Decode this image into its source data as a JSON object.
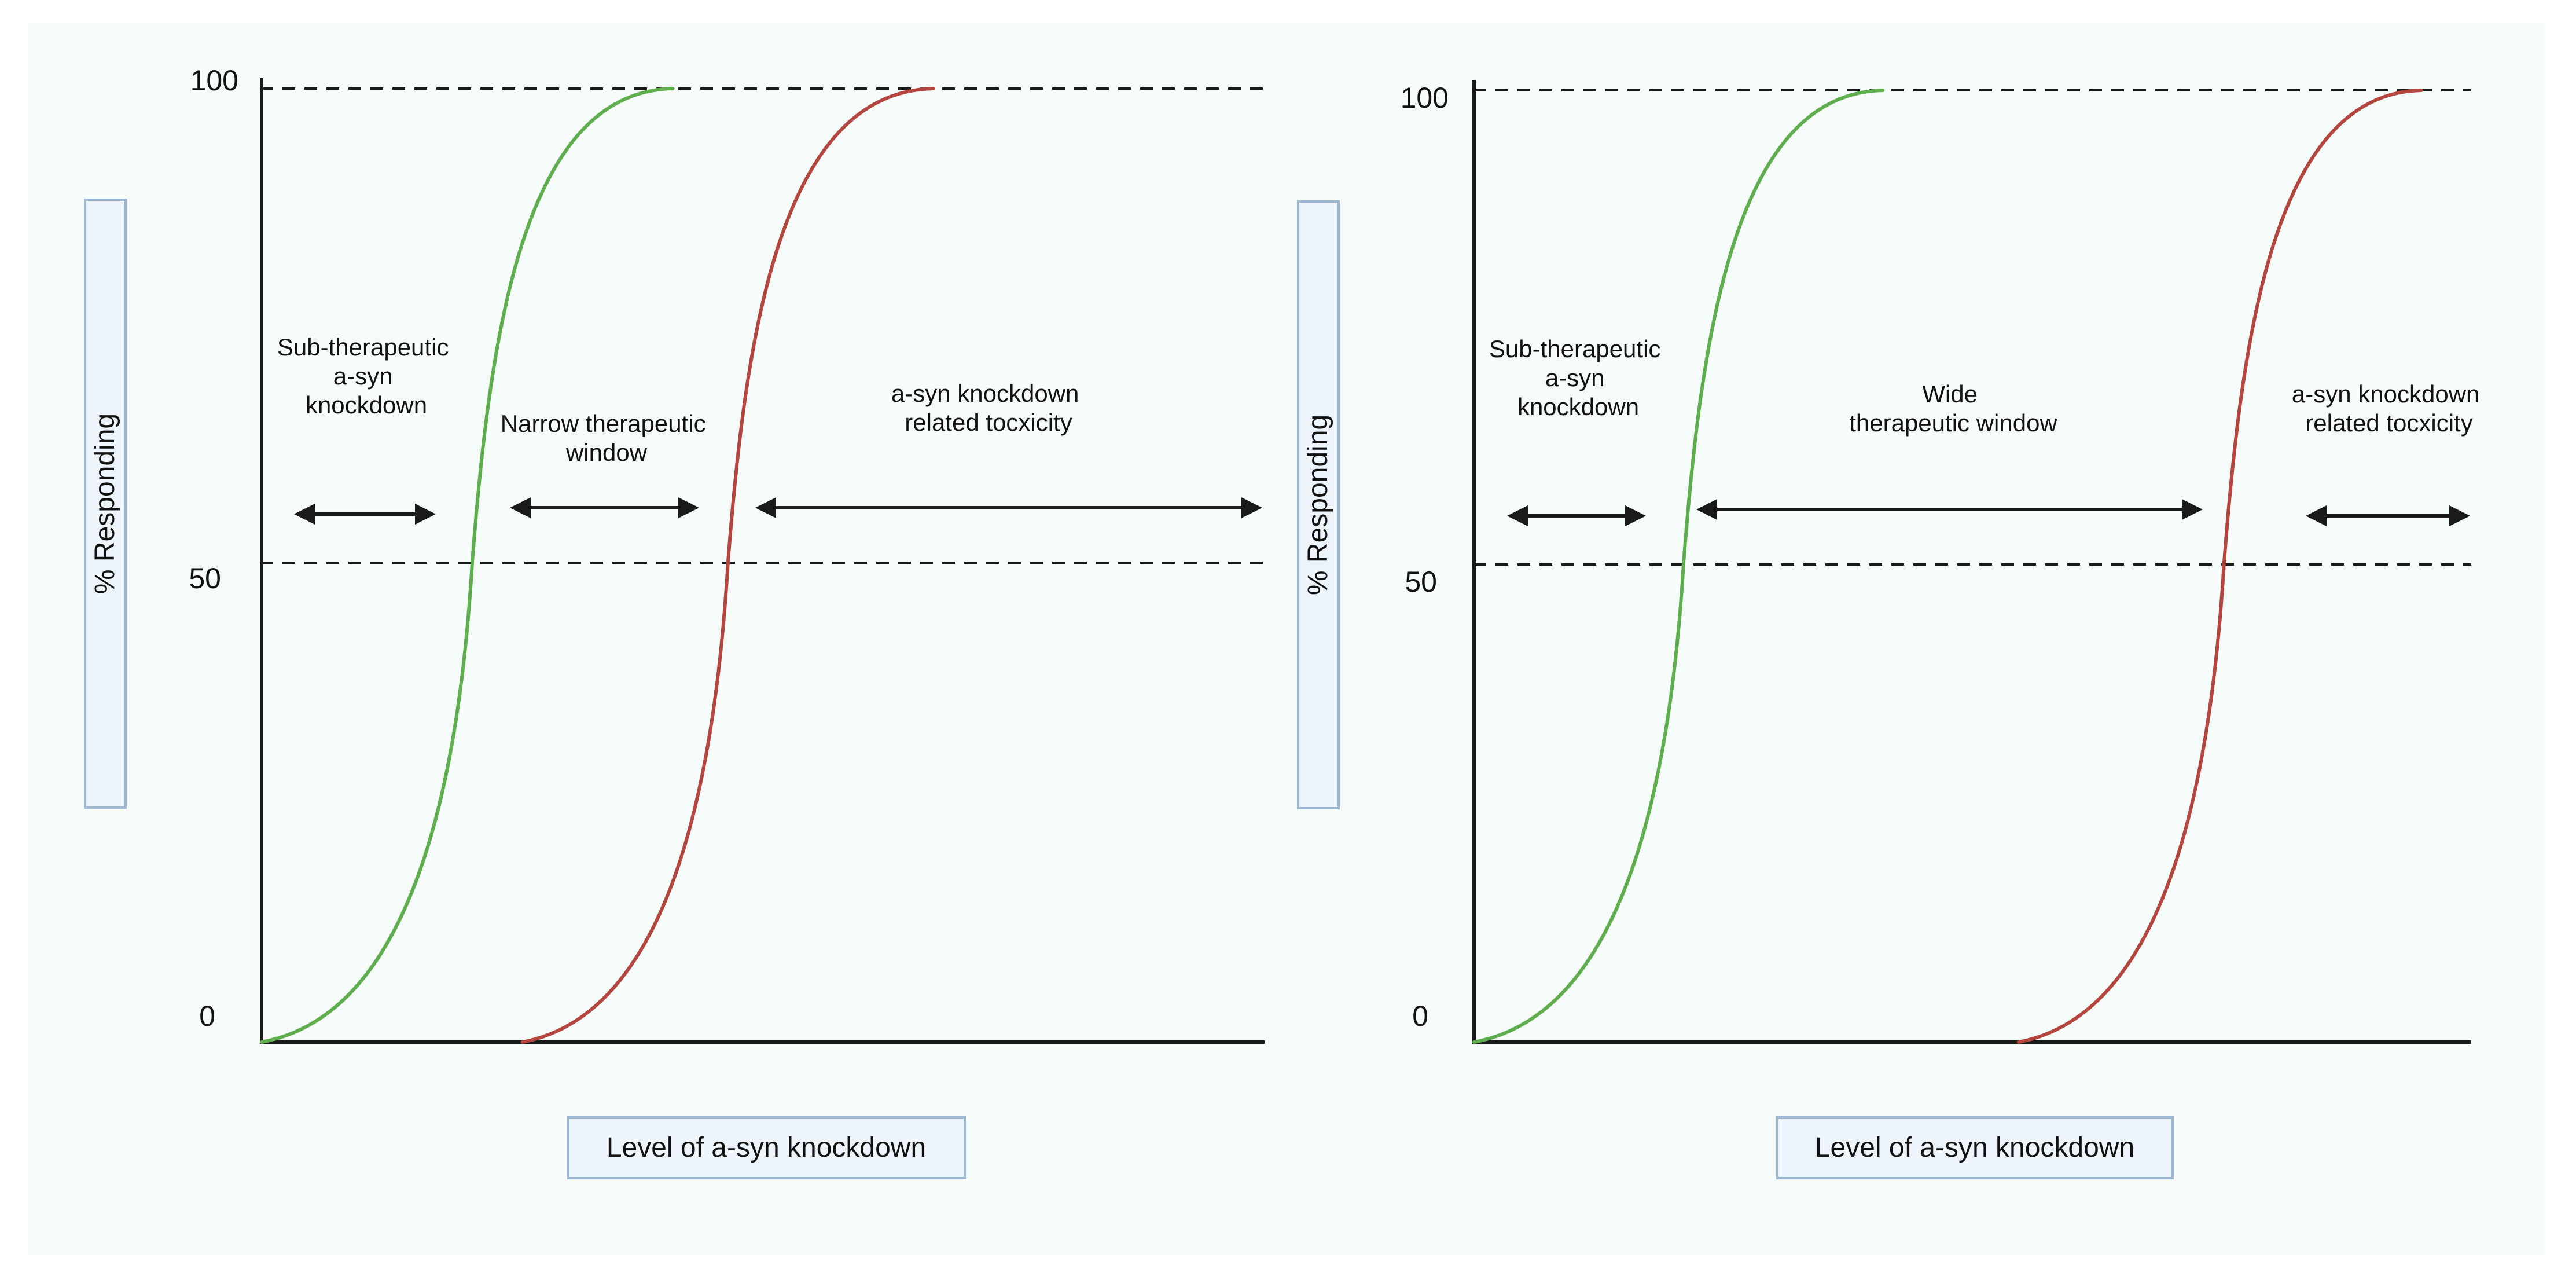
{
  "colors": {
    "background": "#f5fcfa",
    "sub_therapeutic_curve": "#5fae4e",
    "toxicity_curve": "#b5463f",
    "axis": "#1a1a1a",
    "label_box_fill": "#eef4fb",
    "label_box_stroke": "#9cb6d3"
  },
  "panels": [
    {
      "id": "narrow",
      "y_ticks": [
        {
          "value": 100,
          "label": "100"
        },
        {
          "value": 50,
          "label": "50"
        },
        {
          "value": 0,
          "label": "0"
        }
      ],
      "y_label": "% Responding",
      "x_label": "Level of a-syn knockdown",
      "regions": [
        {
          "name": "sub-therapeutic",
          "lines": [
            "Sub-therapeutic",
            "a-syn",
            "knockdown"
          ]
        },
        {
          "name": "therapeutic-window",
          "lines": [
            "Narrow therapeutic",
            "window"
          ]
        },
        {
          "name": "toxicity",
          "lines": [
            "a-syn knockdown",
            "related tocxicity"
          ]
        }
      ],
      "curves": [
        {
          "name": "therapeutic-response",
          "color": "#5fae4e",
          "x_start": 0.0,
          "x_mid": 0.21,
          "x_end": 0.41
        },
        {
          "name": "toxic-response",
          "color": "#b5463f",
          "x_start": 0.26,
          "x_mid": 0.465,
          "x_end": 0.67
        }
      ]
    },
    {
      "id": "wide",
      "y_ticks": [
        {
          "value": 100,
          "label": "100"
        },
        {
          "value": 50,
          "label": "50"
        },
        {
          "value": 0,
          "label": "0"
        }
      ],
      "y_label": "% Responding",
      "x_label": "Level of a-syn knockdown",
      "regions": [
        {
          "name": "sub-therapeutic",
          "lines": [
            "Sub-therapeutic",
            "a-syn",
            "knockdown"
          ]
        },
        {
          "name": "therapeutic-window",
          "lines": [
            "Wide",
            "therapeutic window"
          ]
        },
        {
          "name": "toxicity",
          "lines": [
            "a-syn knockdown",
            "related tocxicity"
          ]
        }
      ],
      "curves": [
        {
          "name": "therapeutic-response",
          "color": "#5fae4e",
          "x_start": 0.0,
          "x_mid": 0.21,
          "x_end": 0.41
        },
        {
          "name": "toxic-response",
          "color": "#b5463f",
          "x_start": 0.546,
          "x_mid": 0.752,
          "x_end": 0.95
        }
      ]
    }
  ]
}
